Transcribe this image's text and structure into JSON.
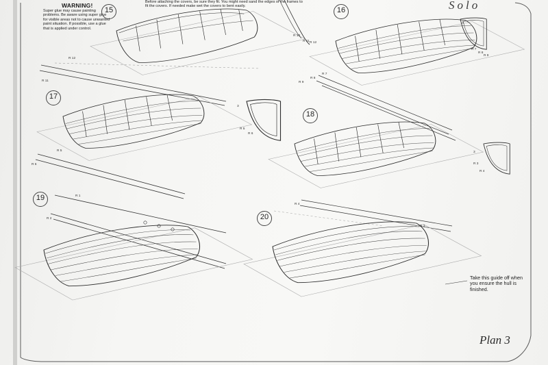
{
  "warning": {
    "title": "WARNING!",
    "text": "Super glue may cause painting problems. Be aware using super glue for visible areas not to cause unwanted paint situation. If possible, use a glue that is applied under control."
  },
  "top_note": "Before attaching the covers, be sure they fit. You might need sand the edges of the frames to fit the covers. If needed make wet the covers to bent easily.",
  "model_name": "Solo",
  "steps": [
    "15",
    "16",
    "17",
    "18",
    "19",
    "20"
  ],
  "part_labels": [
    "R 12",
    "R 11",
    "R 10",
    "R 11",
    "R 12",
    "R 7",
    "R 8",
    "R 9",
    "3",
    "R 7",
    "R 8",
    "R 9",
    "R 5",
    "R 6",
    "3",
    "R 5",
    "R 6",
    "3",
    "R 3",
    "R 4",
    "R 4",
    "R 3",
    "R 1",
    "R 2"
  ],
  "guide_note": "Take this guide off when you ensure the hull is finished.",
  "plan_label": "Plan 3"
}
